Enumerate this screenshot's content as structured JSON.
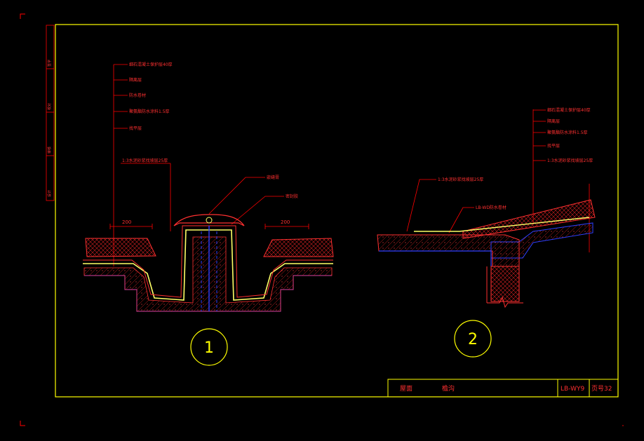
{
  "colors": {
    "background": "#000000",
    "frame": "#ffff00",
    "leader": "#ff0000",
    "section_outline": "#ff3030",
    "structure": "#3030ff",
    "membrane": "#ffff66",
    "hatch": "#cc2020"
  },
  "callouts_detail_1": [
    "细石混凝土保护层40厚",
    "隔离层",
    "防水卷材",
    "聚氨酯防水涂料1.5厚",
    "找平层",
    "1:3水泥砂浆找坡层25厚"
  ],
  "callouts_detail_1_right": [
    "嵌缝膏",
    "密封胶"
  ],
  "dimension_left": "200",
  "dimension_right": "200",
  "callouts_detail_2": [
    "细石混凝土保护层40厚",
    "隔离层",
    "聚氨酯防水涂料1.5厚",
    "找平层",
    "1:3水泥砂浆找坡层25厚",
    "LB-WD防水卷材"
  ],
  "detail_numbers": [
    "1",
    "2"
  ],
  "title_block": {
    "category": "屋面",
    "title": "檐沟",
    "drawing_code": "LB-WY9",
    "page": "页号32"
  },
  "side_strip": [
    "签字",
    "校对",
    "审核",
    "设计"
  ]
}
